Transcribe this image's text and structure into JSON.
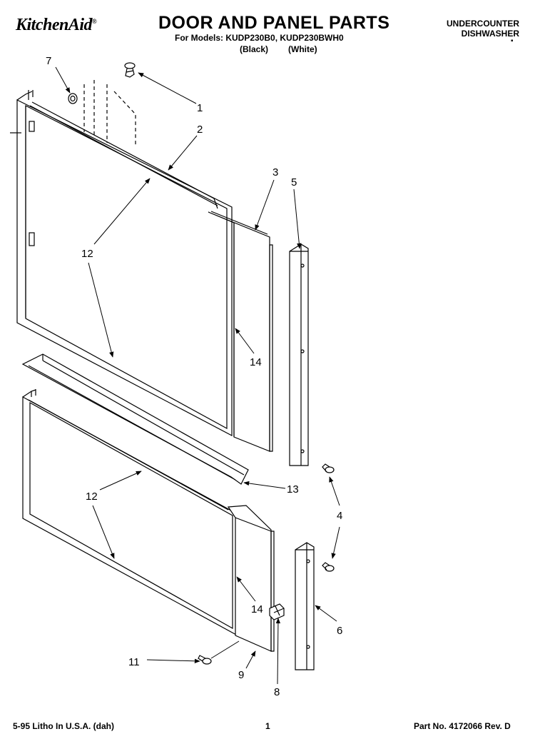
{
  "header": {
    "brand": "KitchenAid",
    "brand_mark": "®",
    "title": "DOOR AND PANEL PARTS",
    "models_line": "For Models: KUDP230B0, KUDP230BWH0",
    "color_black": "(Black)",
    "color_white": "(White)",
    "product_line1": "UNDERCOUNTER",
    "product_line2": "DISHWASHER"
  },
  "footer": {
    "print_info": "5-95 Litho In U.S.A. (dah)",
    "page_number": "1",
    "part_number": "Part No. 4172066 Rev. D"
  },
  "callouts": {
    "c1": "1",
    "c2": "2",
    "c3": "3",
    "c4": "4",
    "c5": "5",
    "c6": "6",
    "c7": "7",
    "c8": "8",
    "c9": "9",
    "c11": "11",
    "c12a": "12",
    "c12b": "12",
    "c13": "13",
    "c14a": "14",
    "c14b": "14"
  }
}
